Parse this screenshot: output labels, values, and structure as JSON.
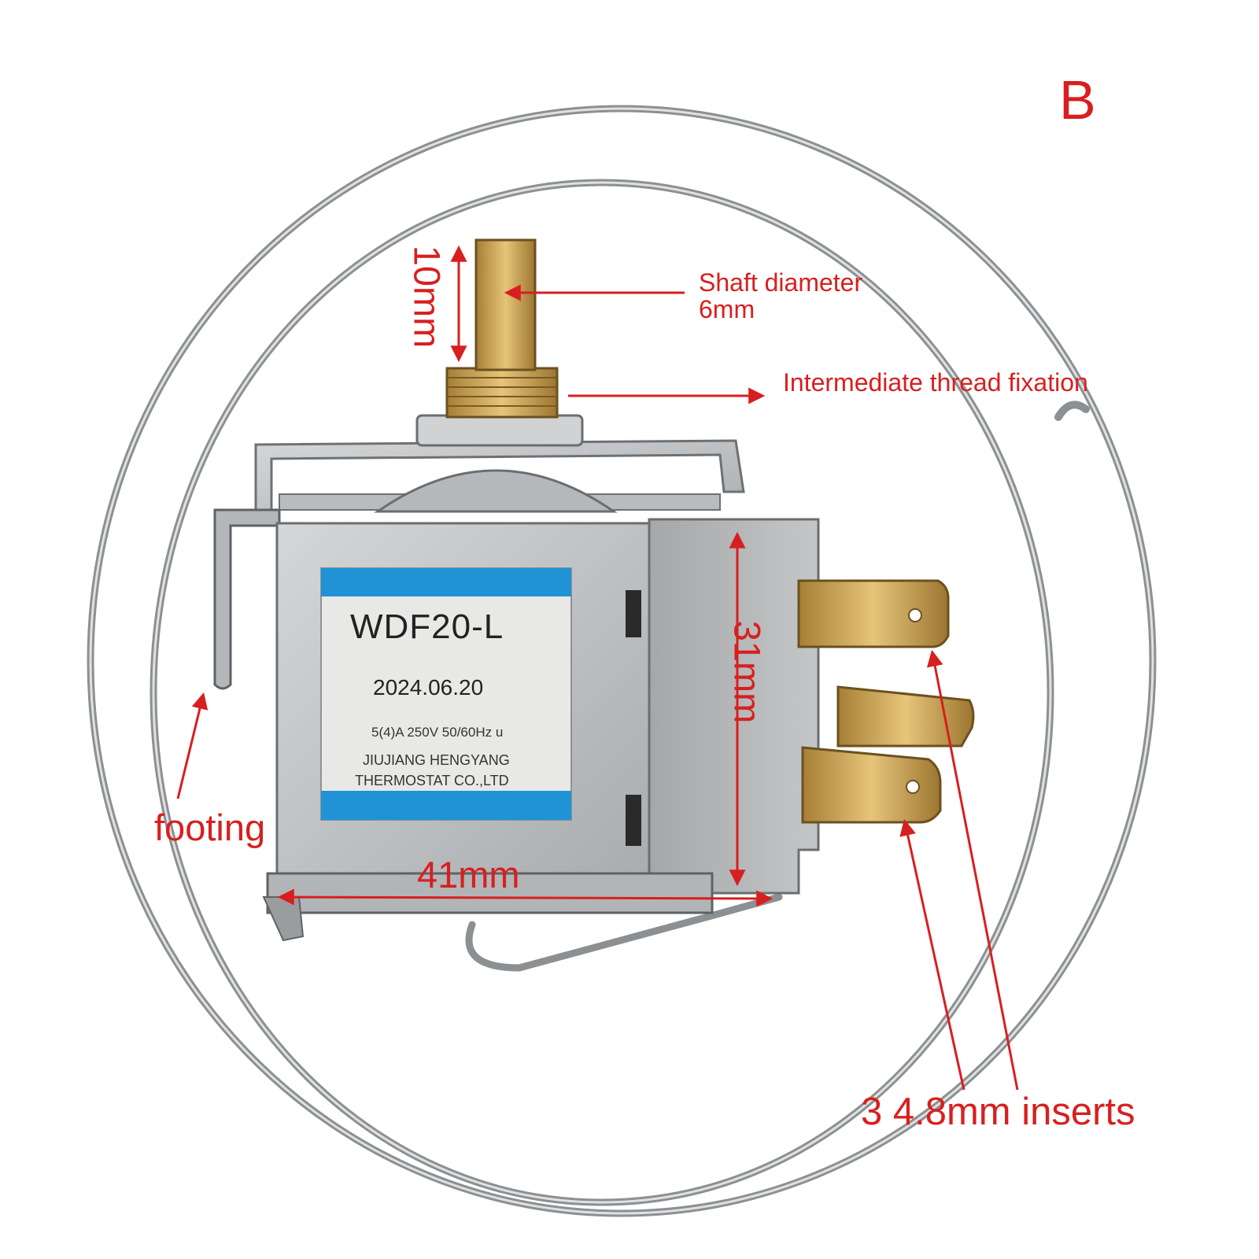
{
  "variant_badge": "B",
  "annotations": {
    "shaft_diameter_line1": "Shaft diameter",
    "shaft_diameter_line2": "6mm",
    "thread": "Intermediate thread fixation",
    "footing": "footing",
    "inserts": "3 4.8mm inserts",
    "height_shaft": "10mm",
    "height_body": "31mm",
    "width_body": "41mm"
  },
  "product_label": {
    "model": "WDF20-L",
    "date": "2024.06.20",
    "rating": "5(4)A  250V 50/60Hz u",
    "manufacturer_line1": "JIUJIANG HENGYANG",
    "manufacturer_line2": "THERMOSTAT CO.,LTD"
  },
  "colors": {
    "annotation_red": "#d81f1f",
    "label_blue": "#1f93d6",
    "brass": "#c9a45a",
    "steel": "#bfc2c4"
  }
}
